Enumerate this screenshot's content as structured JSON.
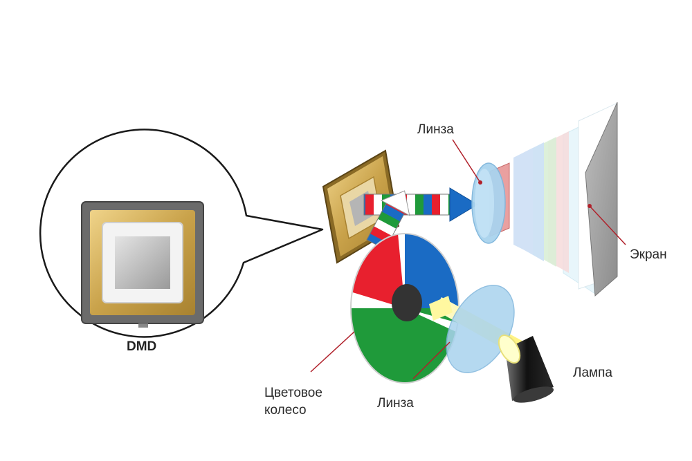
{
  "labels": {
    "dmd": "DMD",
    "lens_top": "Линза",
    "screen": "Экран",
    "lamp": "Лампа",
    "lens_bottom": "Линза",
    "color_wheel_line1": "Цветовое",
    "color_wheel_line2": "колесо"
  },
  "colors": {
    "pointer_line": "#b0202a",
    "dmd_gold": "#c9a24a",
    "wheel_red": "#e8202e",
    "wheel_green": "#1f9a3a",
    "wheel_blue": "#1a6bc4",
    "hub": "#333333",
    "lens": "#a9d3ee"
  }
}
